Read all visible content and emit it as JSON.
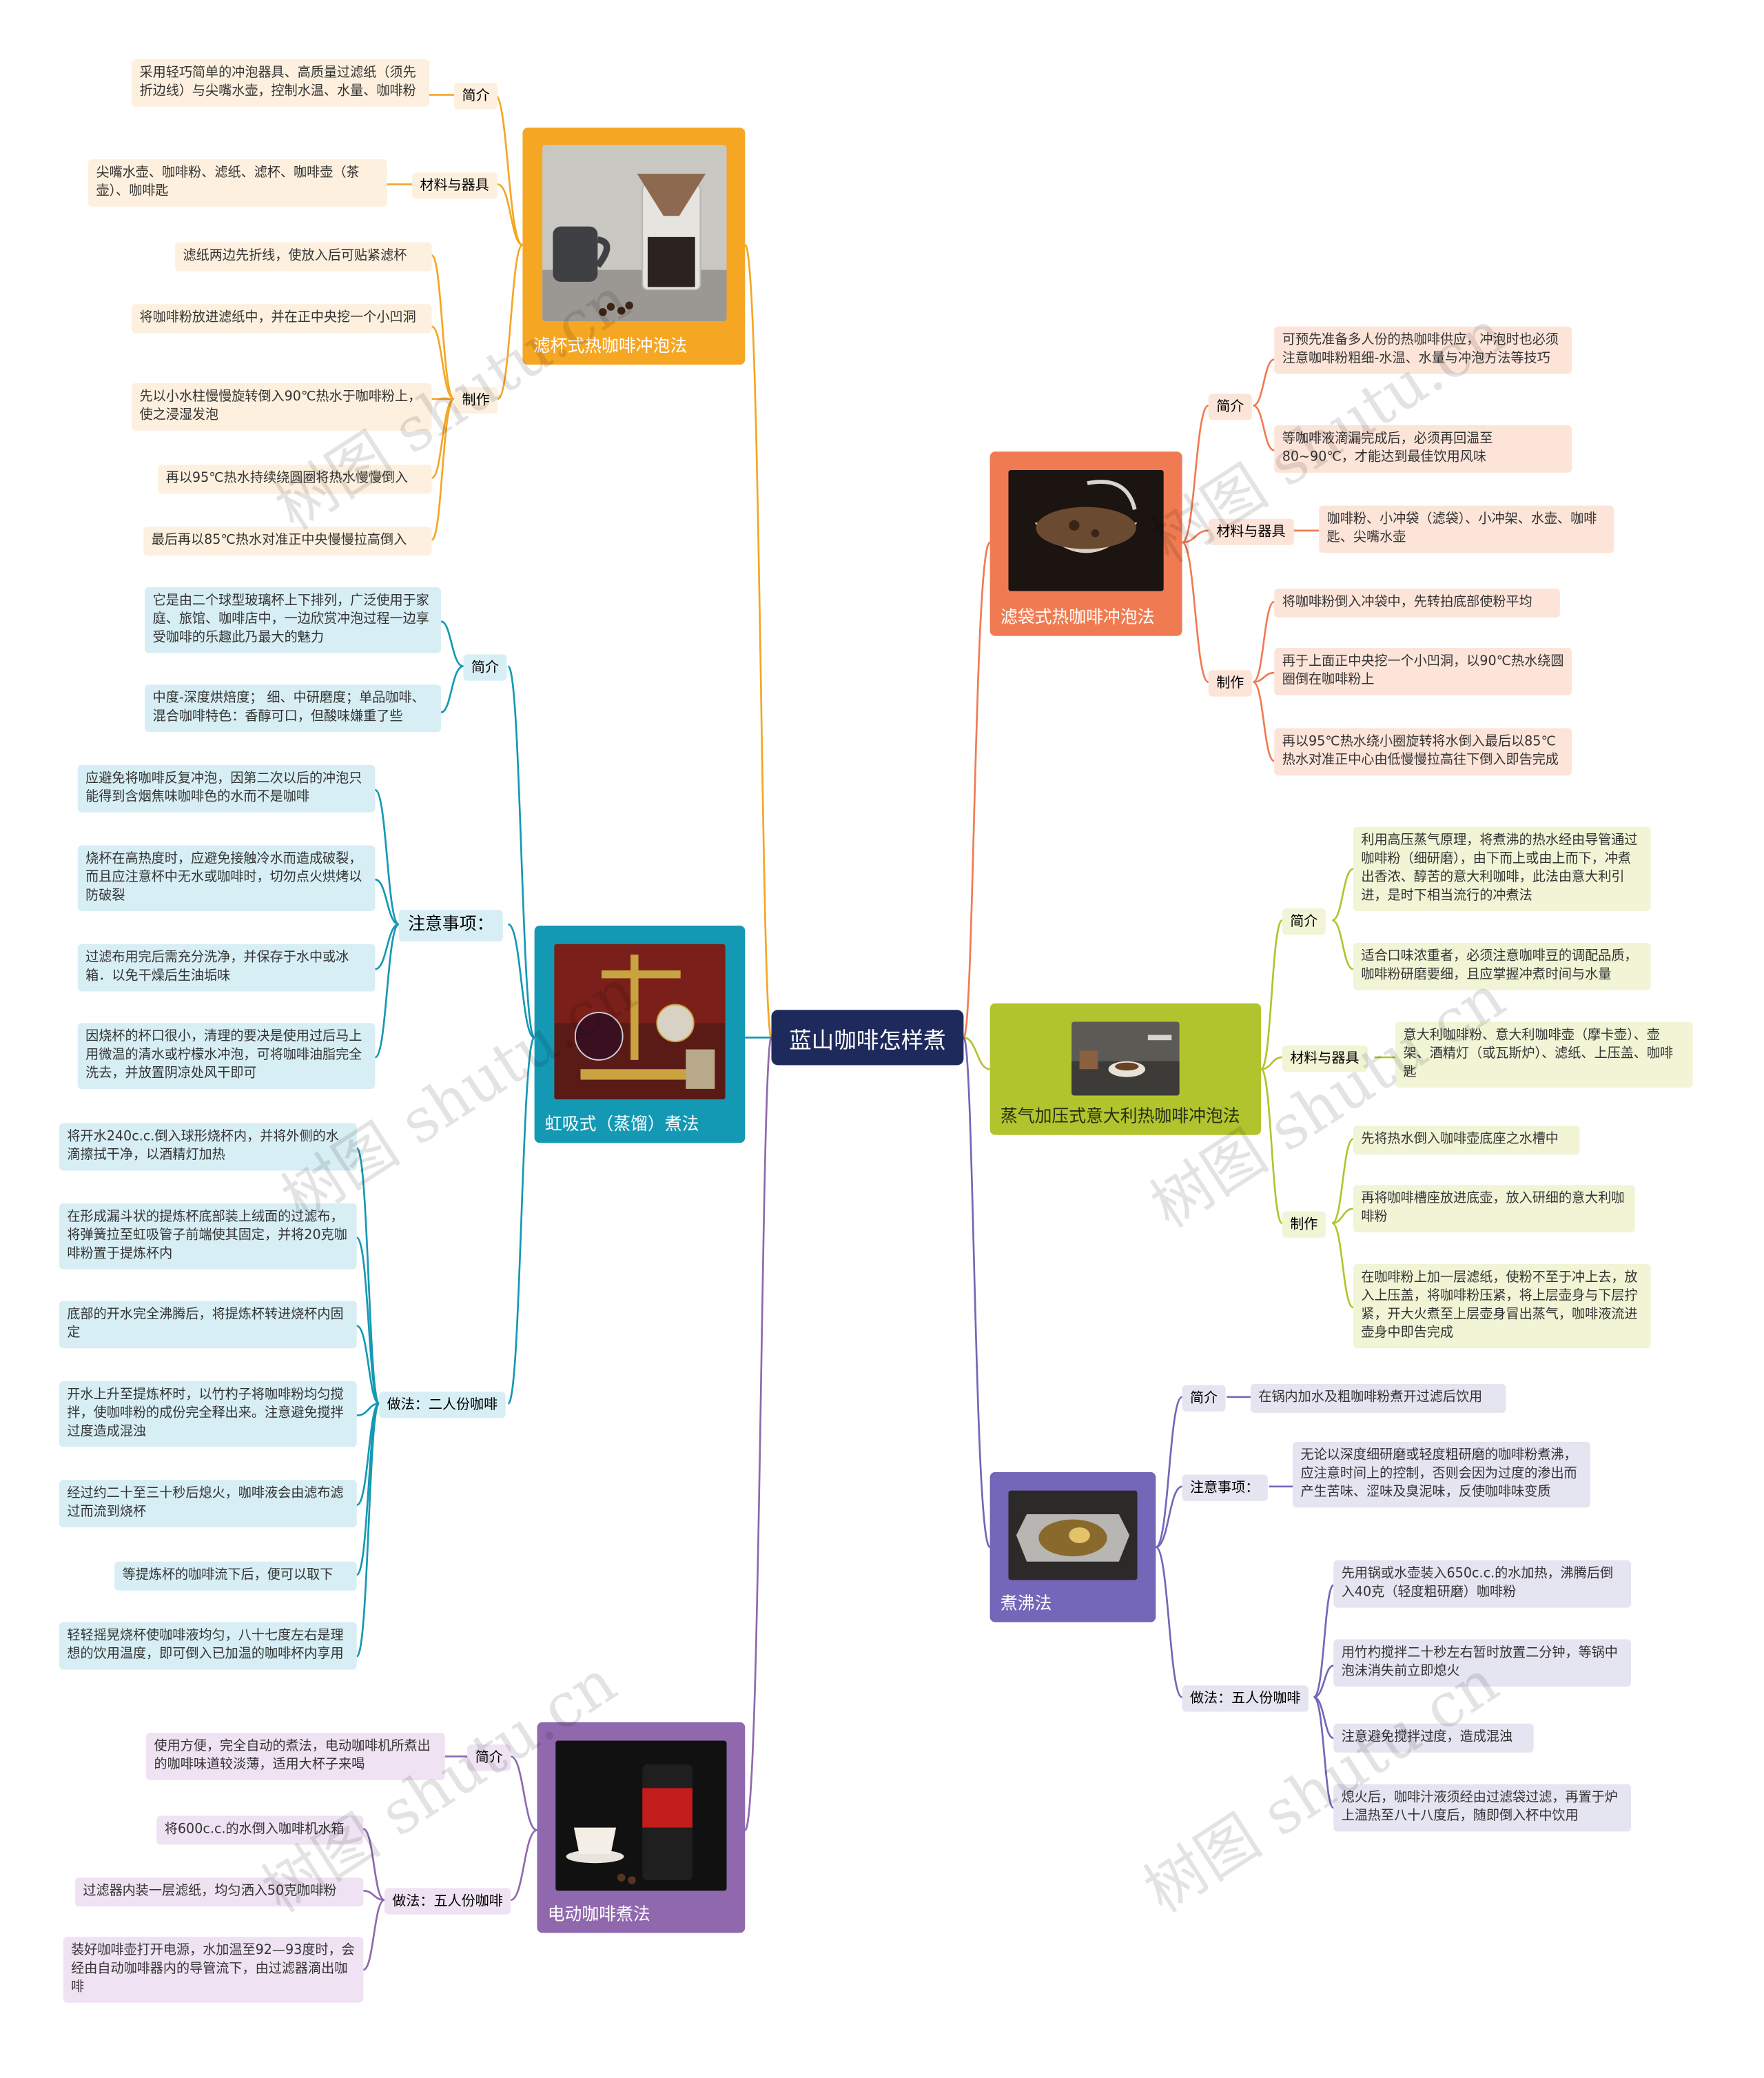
{
  "root": "蓝山咖啡怎样煮",
  "colors": {
    "root": "#1f2a5c",
    "orange": "#f5a623",
    "red": "#f07b52",
    "lime": "#b2c42d",
    "teal": "#1499b4",
    "purple": "#9068ae",
    "indigo": "#7466b8"
  },
  "watermark": "树图 shutu.cn",
  "branches": {
    "filter_cup": {
      "title": "滤杯式热咖啡冲泡法",
      "image_icon": "pour-over-coffee-photo",
      "intro_label": "简介",
      "intro": [
        "采用轻巧简单的冲泡器具、高质量过滤纸（须先折边线）与尖嘴水壶，控制水温、水量、咖啡粉"
      ],
      "materials_label": "材料与器具",
      "materials": [
        "尖嘴水壶、咖啡粉、滤纸、滤杯、咖啡壶（茶壶）、咖啡匙"
      ],
      "steps_label": "制作",
      "steps": [
        "滤纸两边先折线，使放入后可贴紧滤杯",
        "将咖啡粉放进滤纸中，并在正中央挖一个小凹洞",
        "先以小水柱慢慢旋转倒入90℃热水于咖啡粉上，使之浸湿发泡",
        "再以95℃热水持续绕圆圈将热水慢慢倒入",
        "最后再以85℃热水对准正中央慢慢拉高倒入"
      ]
    },
    "siphon": {
      "title": "虹吸式（蒸馏）煮法",
      "image_icon": "siphon-coffee-maker-photo",
      "intro_label": "简介",
      "intro": [
        "它是由二个球型玻璃杯上下排列，广泛使用于家庭、旅馆、咖啡店中，一边欣赏冲泡过程一边享受咖啡的乐趣此乃最大的魅力",
        "中度-深度烘焙度； 细、中研磨度；单品咖啡、混合咖啡特色：香醇可口，但酸味嫌重了些"
      ],
      "notes_label": "注意事项：",
      "notes": [
        "应避免将咖啡反复冲泡，因第二次以后的冲泡只能得到含烟焦味咖啡色的水而不是咖啡",
        "烧杯在高热度时，应避免接触冷水而造成破裂，而且应注意杯中无水或咖啡时，切勿点火烘烤以防破裂",
        "过滤布用完后需充分洗净，并保存于水中或冰箱．以免干燥后生油垢味",
        "因烧杯的杯口很小，清理的要决是使用过后马上用微温的清水或柠檬水冲泡，可将咖啡油脂完全洗去，并放置阴凉处风干即可"
      ],
      "steps_label": "做法：二人份咖啡",
      "steps": [
        "将开水240c.c.倒入球形烧杯内，并将外侧的水滴擦拭干净，以酒精灯加热",
        "在形成漏斗状的提炼杯底部装上绒面的过滤布，将弹簧拉至虹吸管子前端使其固定，并将20克咖啡粉置于提炼杯内",
        "底部的开水完全沸腾后，将提炼杯转进烧杯内固定",
        "开水上升至提炼杯时，以竹杓子将咖啡粉均匀搅拌，使咖啡粉的成份完全释出来。注意避免搅拌过度造成混浊",
        "经过约二十至三十秒后熄火，咖啡液会由滤布滤过而流到烧杯",
        "等提炼杯的咖啡流下后，便可以取下",
        "轻轻摇晃烧杯使咖啡液均匀，八十七度左右是理想的饮用温度，即可倒入已加温的咖啡杯内享用"
      ]
    },
    "electric": {
      "title": "电动咖啡煮法",
      "image_icon": "electric-coffee-grinder-photo",
      "intro_label": "简介",
      "intro": [
        "使用方便，完全自动的煮法，电动咖啡机所煮出的咖啡味道较淡薄，适用大杯子来喝"
      ],
      "steps_label": "做法：五人份咖啡",
      "steps": [
        "将600c.c.的水倒入咖啡机水箱",
        "过滤器内装一层滤纸，均匀洒入50克咖啡粉",
        "装好咖啡壶打开电源，水加温至92—93度时，会经由自动咖啡器内的导管流下，由过滤器滴出咖啡"
      ]
    },
    "filter_bag": {
      "title": "滤袋式热咖啡冲泡法",
      "image_icon": "filter-bag-coffee-photo",
      "intro_label": "简介",
      "intro": [
        "可预先准备多人份的热咖啡供应，冲泡时也必须注意咖啡粉粗细-水温、水量与冲泡方法等技巧",
        "等咖啡液滴漏完成后，必须再回温至80~90℃，才能达到最佳饮用风味"
      ],
      "materials_label": "材料与器具",
      "materials": [
        "咖啡粉、小冲袋（滤袋）、小冲架、水壶、咖啡匙、尖嘴水壶"
      ],
      "steps_label": "制作",
      "steps": [
        "将咖啡粉倒入冲袋中，先转拍底部使粉平均",
        "再于上面正中央挖一个小凹洞，以90℃热水绕圆圈倒在咖啡粉上",
        "再以95℃热水绕小圈旋转将水倒入最后以85℃热水对准正中心由低慢慢拉高往下倒入即告完成"
      ]
    },
    "espresso": {
      "title": "蒸气加压式意大利热咖啡冲泡法",
      "image_icon": "espresso-coffee-photo",
      "intro_label": "简介",
      "intro": [
        "利用高压蒸气原理，将煮沸的热水经由导管通过咖啡粉（细研磨），由下而上或由上而下，冲煮出香浓、醇苦的意大利咖啡，此法由意大利引进，是时下相当流行的冲煮法",
        "适合口味浓重者，必须注意咖啡豆的调配品质，咖啡粉研磨要细，且应掌握冲煮时间与水量"
      ],
      "materials_label": "材料与器具",
      "materials": [
        "意大利咖啡粉、意大利咖啡壶（摩卡壶）、壶架、酒精灯（或瓦斯炉）、滤纸、上压盖、咖啡匙"
      ],
      "steps_label": "制作",
      "steps": [
        "先将热水倒入咖啡壶底座之水槽中",
        "再将咖啡槽座放进底壶，放入研细的意大利咖啡粉",
        "在咖啡粉上加一层滤纸，使粉不至于冲上去，放入上压盖，将咖啡粉压紧，将上层壶身与下层拧紧，开大火煮至上层壶身冒出蒸气，咖啡液流进壶身中即告完成"
      ]
    },
    "boiling": {
      "title": "煮沸法",
      "image_icon": "boiling-coffee-pot-photo",
      "intro_label": "简介",
      "intro": [
        "在锅内加水及粗咖啡粉煮开过滤后饮用"
      ],
      "notes_label": "注意事项：",
      "notes": [
        "无论以深度细研磨或轻度粗研磨的咖啡粉煮沸，应注意时间上的控制，否则会因为过度的渗出而产生苦味、涩味及臭泥味，反使咖啡味变质"
      ],
      "steps_label": "做法：五人份咖啡",
      "steps": [
        "先用锅或水壶装入650c.c.的水加热，沸腾后倒入40克（轻度粗研磨）咖啡粉",
        "用竹杓搅拌二十秒左右暂时放置二分钟，等锅中泡沫消失前立即熄火",
        "注意避免搅拌过度，造成混浊",
        "熄火后，咖啡汁液须经由过滤袋过滤，再置于炉上温热至八十八度后，随即倒入杯中饮用"
      ]
    }
  }
}
